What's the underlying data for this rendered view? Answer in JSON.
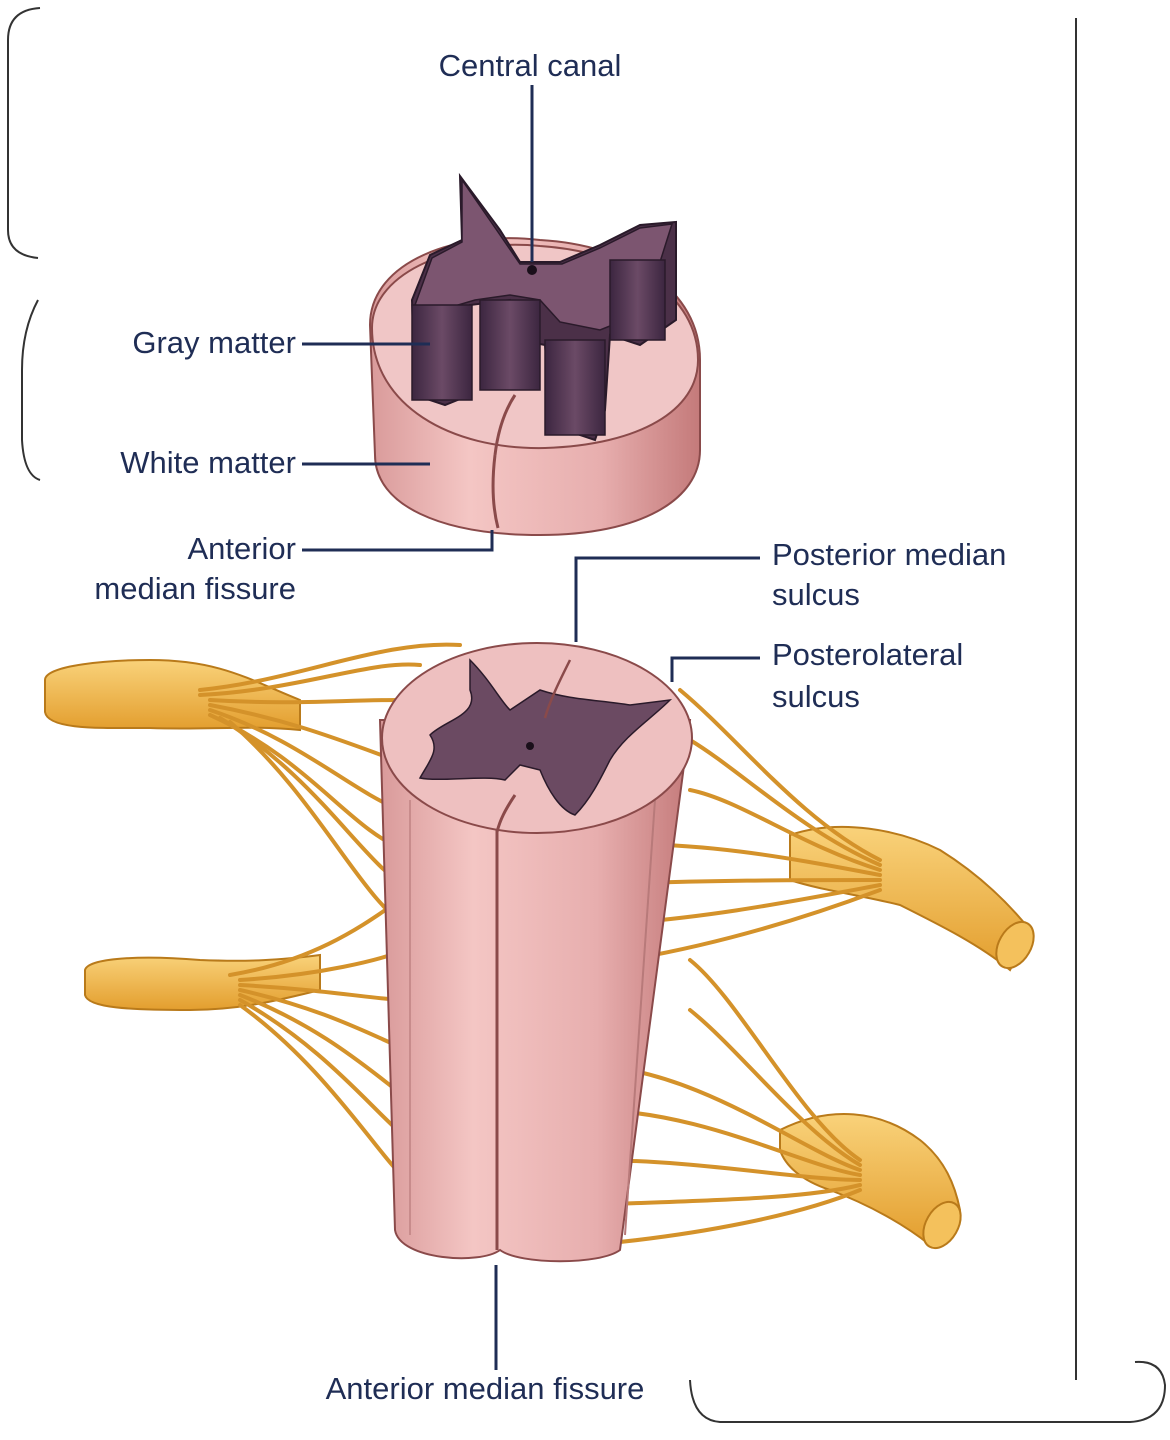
{
  "diagram": {
    "labels": {
      "central_canal": "Central canal",
      "gray_matter": "Gray matter",
      "white_matter": "White matter",
      "anterior_fissure_top_line1": "Anterior",
      "anterior_fissure_top_line2": "median fissure",
      "posterior_sulcus_line1": "Posterior median",
      "posterior_sulcus_line2": "sulcus",
      "posterolateral_line1": "Posterolateral",
      "posterolateral_line2": "sulcus",
      "anterior_fissure_bottom": "Anterior median fissure"
    },
    "colors": {
      "label_text": "#1f2d55",
      "leader_line": "#1f2d55",
      "white_matter": "#eab4b4",
      "white_matter_shade": "#c98080",
      "gray_matter": "#5a3c5a",
      "gray_matter_face": "#7a5870",
      "nerve_root": "#f2b548",
      "nerve_root_dark": "#c98a22",
      "frame_line": "#333333"
    }
  }
}
